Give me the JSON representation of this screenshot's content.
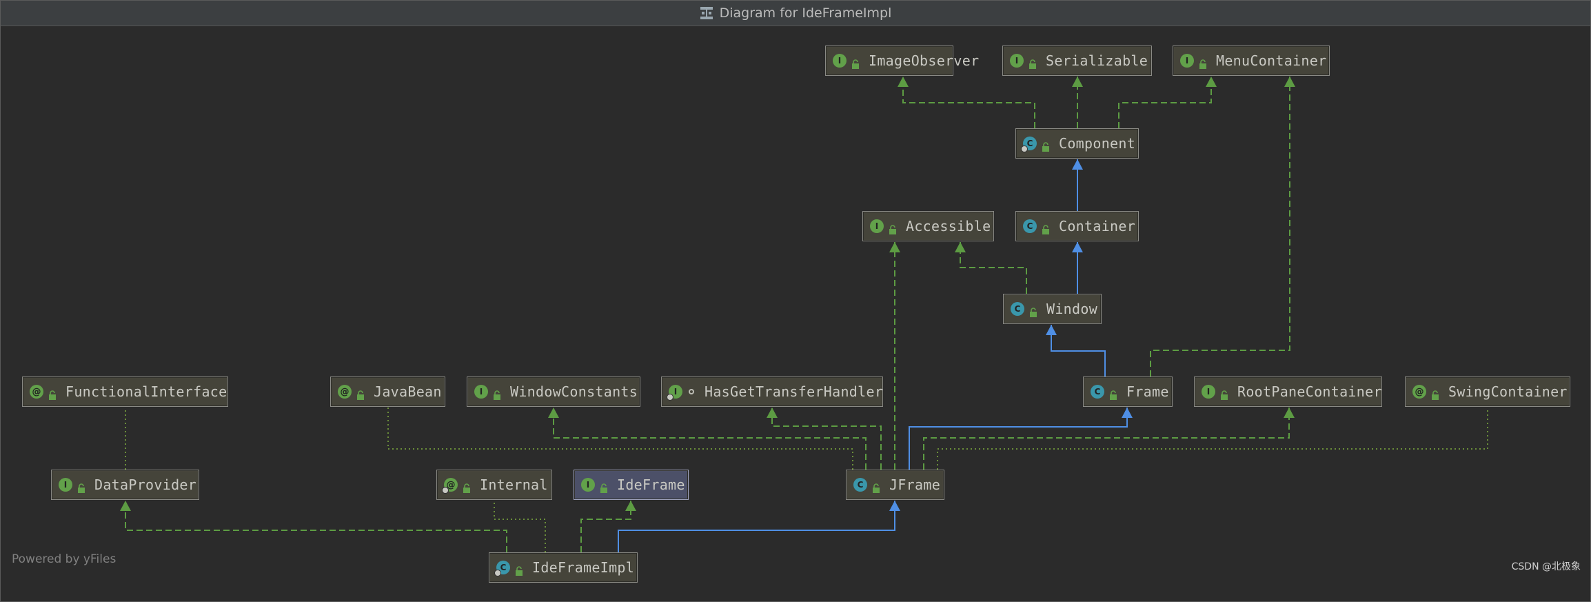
{
  "window": {
    "title": "Diagram for IdeFrameImpl",
    "title_icon": "diagram-icon"
  },
  "colors": {
    "background": "#2b2b2b",
    "node_fill": "#45443a",
    "node_selected_fill": "#4c5068",
    "implements_edge": "#5d9c43",
    "extends_edge": "#4f8fe5",
    "annotation_edge": "#6b8f3a",
    "interface_badge": "#62a14a",
    "class_badge": "#3a97ab"
  },
  "nodes": [
    {
      "id": "ImageObserver",
      "label": "ImageObserver",
      "kind": "I"
    },
    {
      "id": "Serializable",
      "label": "Serializable",
      "kind": "I"
    },
    {
      "id": "MenuContainer",
      "label": "MenuContainer",
      "kind": "I"
    },
    {
      "id": "Component",
      "label": "Component",
      "kind": "C",
      "abstract": true
    },
    {
      "id": "Accessible",
      "label": "Accessible",
      "kind": "I"
    },
    {
      "id": "Container",
      "label": "Container",
      "kind": "C"
    },
    {
      "id": "Window",
      "label": "Window",
      "kind": "C"
    },
    {
      "id": "FunctionalInterface",
      "label": "FunctionalInterface",
      "kind": "@"
    },
    {
      "id": "JavaBean",
      "label": "JavaBean",
      "kind": "@"
    },
    {
      "id": "WindowConstants",
      "label": "WindowConstants",
      "kind": "I"
    },
    {
      "id": "HasGetTransferHandler",
      "label": "HasGetTransferHandler",
      "kind": "I",
      "package_private": true
    },
    {
      "id": "Frame",
      "label": "Frame",
      "kind": "C"
    },
    {
      "id": "RootPaneContainer",
      "label": "RootPaneContainer",
      "kind": "I"
    },
    {
      "id": "SwingContainer",
      "label": "SwingContainer",
      "kind": "@"
    },
    {
      "id": "DataProvider",
      "label": "DataProvider",
      "kind": "I"
    },
    {
      "id": "Internal",
      "label": "Internal",
      "kind": "@",
      "package_private": true
    },
    {
      "id": "IdeFrame",
      "label": "IdeFrame",
      "kind": "I",
      "selected": true
    },
    {
      "id": "JFrame",
      "label": "JFrame",
      "kind": "C"
    },
    {
      "id": "IdeFrameImpl",
      "label": "IdeFrameImpl",
      "kind": "C",
      "package_private": true
    }
  ],
  "edges": [
    {
      "from": "Component",
      "to": "ImageObserver",
      "type": "implements"
    },
    {
      "from": "Component",
      "to": "Serializable",
      "type": "implements"
    },
    {
      "from": "Component",
      "to": "MenuContainer",
      "type": "implements"
    },
    {
      "from": "Container",
      "to": "Component",
      "type": "extends"
    },
    {
      "from": "Window",
      "to": "Container",
      "type": "extends"
    },
    {
      "from": "Window",
      "to": "Accessible",
      "type": "implements"
    },
    {
      "from": "Frame",
      "to": "Window",
      "type": "extends"
    },
    {
      "from": "Frame",
      "to": "MenuContainer",
      "type": "implements"
    },
    {
      "from": "JFrame",
      "to": "Frame",
      "type": "extends"
    },
    {
      "from": "JFrame",
      "to": "Accessible",
      "type": "implements"
    },
    {
      "from": "JFrame",
      "to": "WindowConstants",
      "type": "implements"
    },
    {
      "from": "JFrame",
      "to": "HasGetTransferHandler",
      "type": "implements"
    },
    {
      "from": "JFrame",
      "to": "RootPaneContainer",
      "type": "implements"
    },
    {
      "from": "JFrame",
      "to": "JavaBean",
      "type": "annotated"
    },
    {
      "from": "JFrame",
      "to": "SwingContainer",
      "type": "annotated"
    },
    {
      "from": "DataProvider",
      "to": "FunctionalInterface",
      "type": "annotated"
    },
    {
      "from": "IdeFrameImpl",
      "to": "DataProvider",
      "type": "implements"
    },
    {
      "from": "IdeFrameImpl",
      "to": "Internal",
      "type": "annotated"
    },
    {
      "from": "IdeFrameImpl",
      "to": "IdeFrame",
      "type": "implements"
    },
    {
      "from": "IdeFrameImpl",
      "to": "JFrame",
      "type": "extends"
    }
  ],
  "footer": {
    "powered_by": "Powered by yFiles",
    "watermark": "CSDN @北极象"
  }
}
